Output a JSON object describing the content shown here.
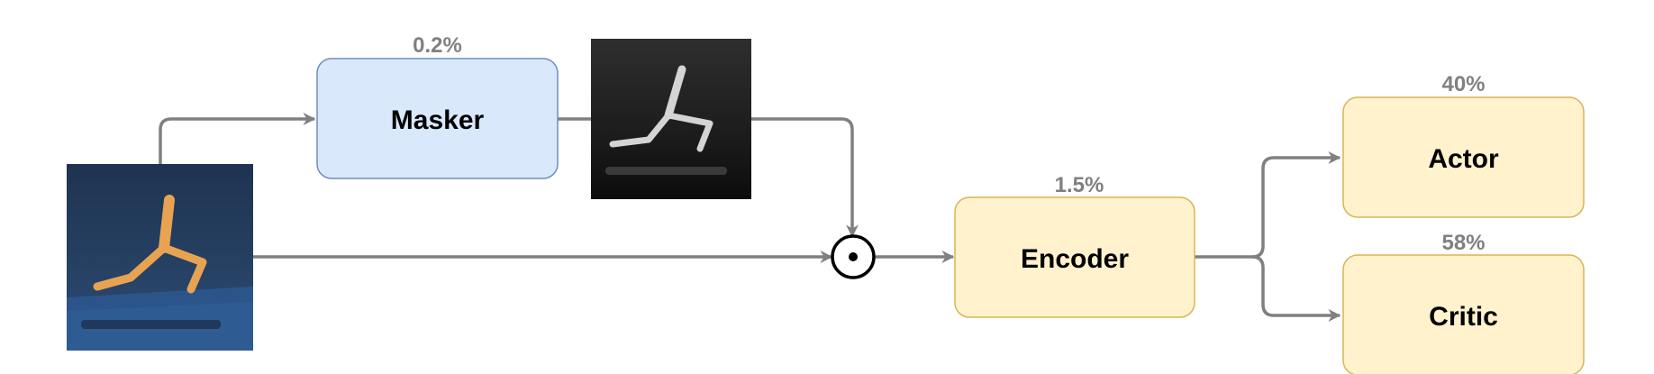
{
  "colors": {
    "masker_fill": "#dae8fc",
    "masker_stroke": "#6c8ebf",
    "module_fill": "#fff2cc",
    "module_stroke": "#d6b656",
    "arrow": "#808080",
    "percent_text": "#808080"
  },
  "masker": {
    "label": "Masker",
    "percent": "0.2%"
  },
  "encoder": {
    "label": "Encoder",
    "percent": "1.5%"
  },
  "actor": {
    "label": "Actor",
    "percent": "40%"
  },
  "critic": {
    "label": "Critic",
    "percent": "58%"
  },
  "images": {
    "input": "input observation: orange walker robot on dark blue floor",
    "masked": "masked observation: grayscale walker robot on black background"
  },
  "operator": {
    "icon": "elementwise-product-icon"
  }
}
